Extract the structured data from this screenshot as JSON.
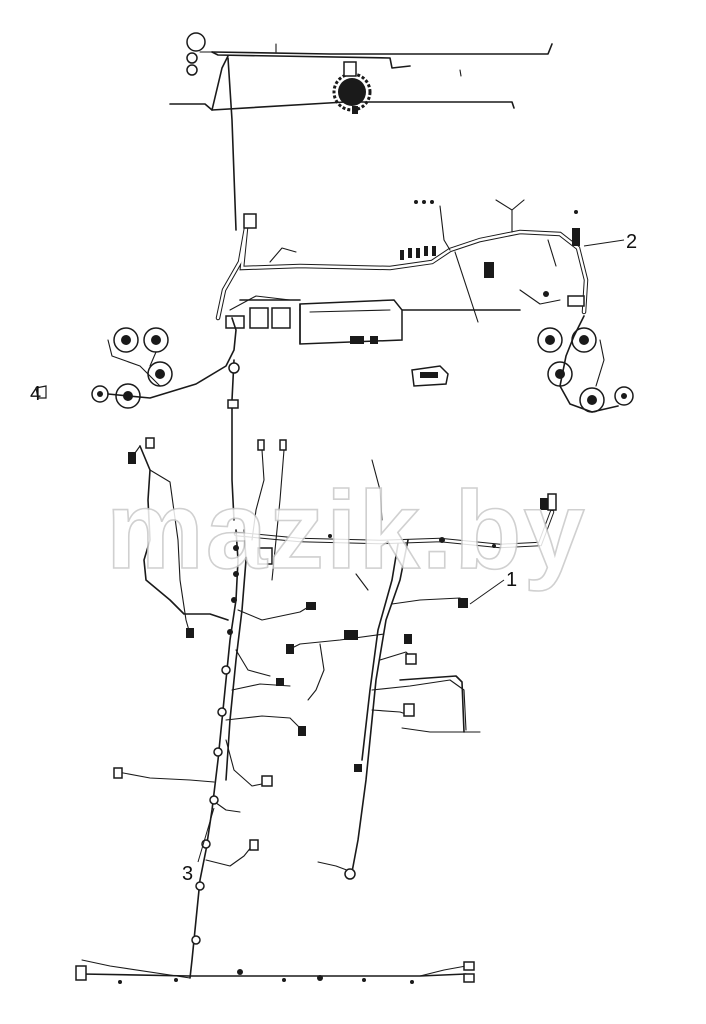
{
  "callouts": {
    "label_1": "1",
    "label_2": "2",
    "label_3": "3",
    "label_4": "4"
  },
  "watermark": {
    "text": "mazik.by"
  }
}
